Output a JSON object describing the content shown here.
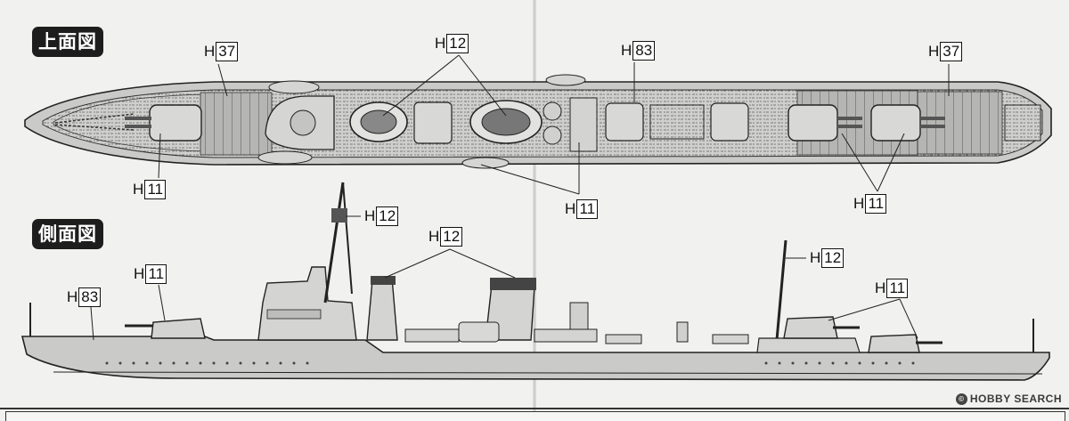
{
  "sections": {
    "top_view_title": "上面図",
    "side_view_title": "側面図"
  },
  "top_callouts": {
    "h37_left": {
      "letter": "H",
      "num": "37"
    },
    "h12_top": {
      "letter": "H",
      "num": "12"
    },
    "h83_top": {
      "letter": "H",
      "num": "83"
    },
    "h37_right": {
      "letter": "H",
      "num": "37"
    },
    "h11_left": {
      "letter": "H",
      "num": "11"
    },
    "h11_mid": {
      "letter": "H",
      "num": "11"
    },
    "h11_right": {
      "letter": "H",
      "num": "11"
    }
  },
  "side_callouts": {
    "h12_mast": {
      "letter": "H",
      "num": "12"
    },
    "h12_funnels": {
      "letter": "H",
      "num": "12"
    },
    "h11_fwd": {
      "letter": "H",
      "num": "11"
    },
    "h83_bow": {
      "letter": "H",
      "num": "83"
    },
    "h12_aft_mast": {
      "letter": "H",
      "num": "12"
    },
    "h11_aft": {
      "letter": "H",
      "num": "11"
    }
  },
  "watermark": {
    "icon": "copyright-icon",
    "text": "HOBBY SEARCH"
  },
  "colors": {
    "hull": "#c9c9c7",
    "deck": "#b9b9b7",
    "ink": "#222222",
    "paper": "#f1f1ef"
  }
}
